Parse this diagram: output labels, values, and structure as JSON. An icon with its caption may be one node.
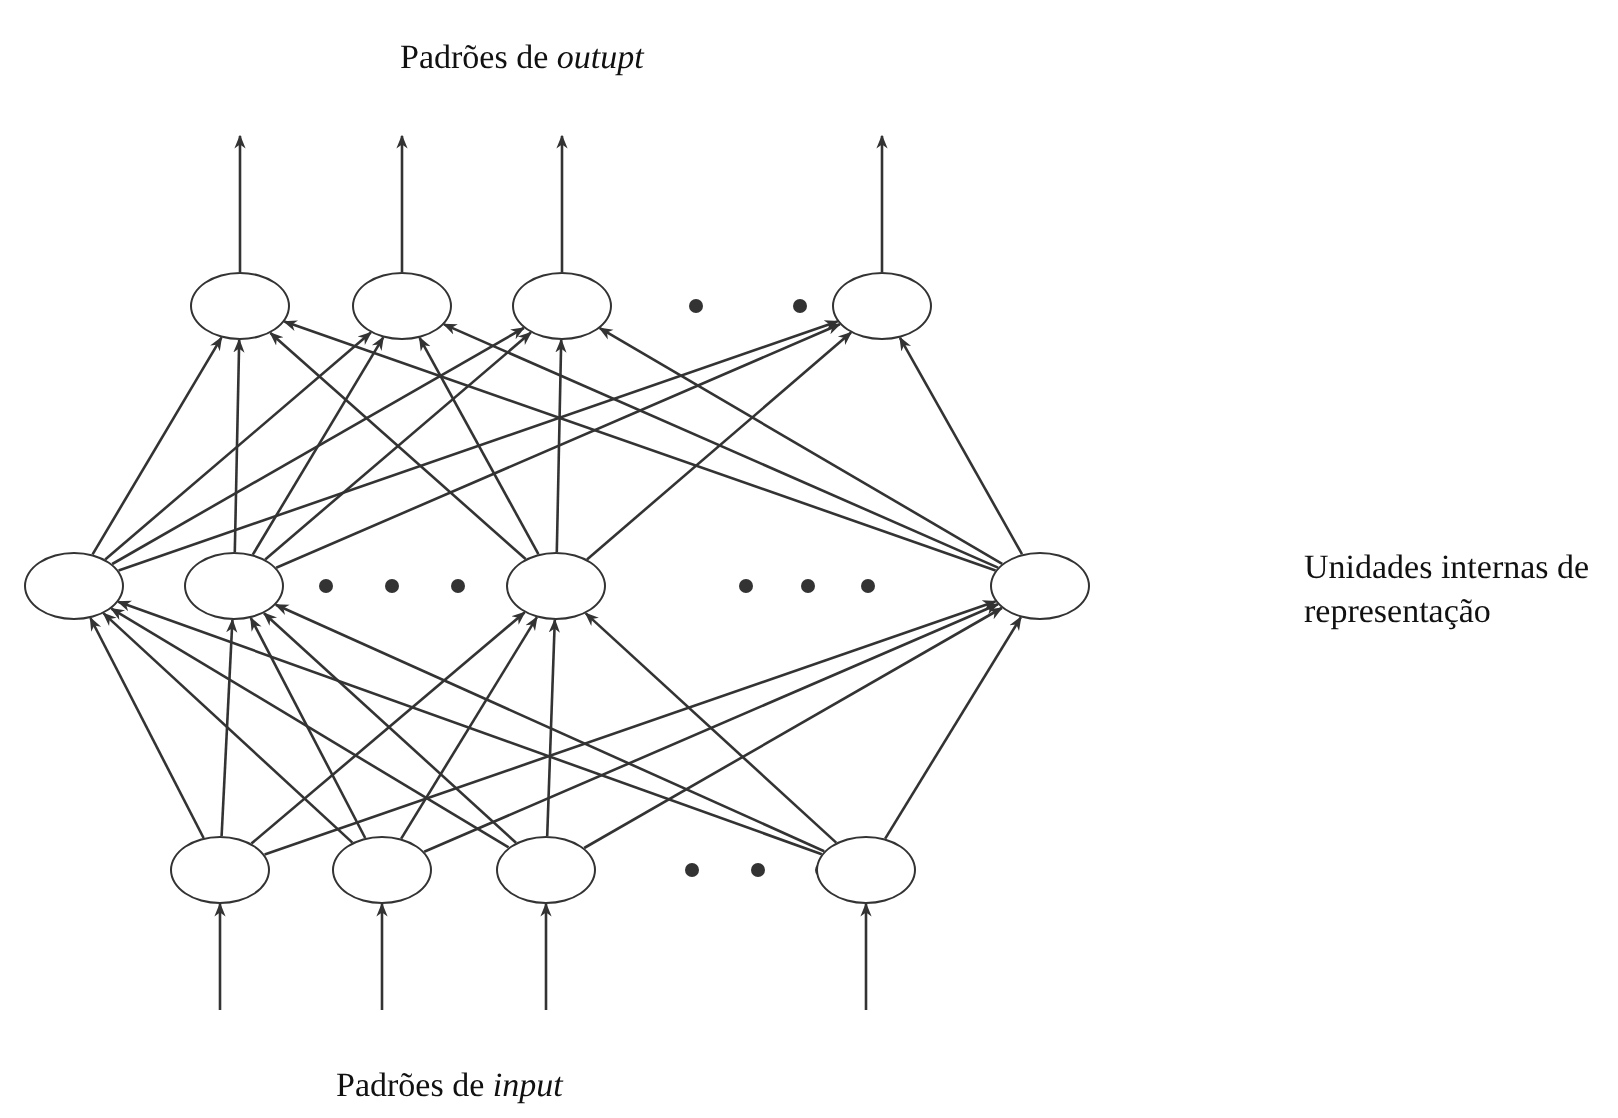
{
  "diagram": {
    "nodes": [
      {
        "text": [],
        "shape": "circle"
      },
      {
        "text": [],
        "shape": "circle"
      },
      {
        "text": [],
        "shape": "circle"
      },
      {
        "text": [],
        "shape": "circle"
      },
      {
        "text": [],
        "shape": "circle"
      },
      {
        "text": [],
        "shape": "circle"
      },
      {
        "text": [],
        "shape": "circle"
      },
      {
        "text": [],
        "shape": "circle"
      },
      {
        "text": [],
        "shape": "circle"
      },
      {
        "text": [],
        "shape": "circle"
      },
      {
        "text": [],
        "shape": "circle"
      },
      {
        "text": [],
        "shape": "circle"
      }
    ],
    "edges": [
      {
        "from": 0,
        "to": null,
        "arrow": "to"
      },
      {
        "from": 1,
        "to": null,
        "arrow": "to"
      },
      {
        "from": 2,
        "to": null,
        "arrow": "to"
      },
      {
        "from": 3,
        "to": null,
        "arrow": "to"
      },
      {
        "from": 4,
        "to": 0,
        "arrow": "to"
      },
      {
        "from": 4,
        "to": 1,
        "arrow": "to"
      },
      {
        "from": 4,
        "to": 2,
        "arrow": "to"
      },
      {
        "from": 4,
        "to": 3,
        "arrow": "to"
      },
      {
        "from": 5,
        "to": 0,
        "arrow": "to"
      },
      {
        "from": 5,
        "to": 1,
        "arrow": "to"
      },
      {
        "from": 5,
        "to": 2,
        "arrow": "to"
      },
      {
        "from": 5,
        "to": 3,
        "arrow": "to"
      },
      {
        "from": 6,
        "to": 0,
        "arrow": "to"
      },
      {
        "from": 6,
        "to": 1,
        "arrow": "to"
      },
      {
        "from": 6,
        "to": 2,
        "arrow": "to"
      },
      {
        "from": 6,
        "to": 3,
        "arrow": "to"
      },
      {
        "from": 7,
        "to": 0,
        "arrow": "to"
      },
      {
        "from": 7,
        "to": 1,
        "arrow": "to"
      },
      {
        "from": 7,
        "to": 2,
        "arrow": "to"
      },
      {
        "from": 7,
        "to": 3,
        "arrow": "to"
      },
      {
        "from": 8,
        "to": 4,
        "arrow": "to"
      },
      {
        "from": 8,
        "to": 5,
        "arrow": "to"
      },
      {
        "from": 8,
        "to": 6,
        "arrow": "to"
      },
      {
        "from": 8,
        "to": 7,
        "arrow": "to"
      },
      {
        "from": 9,
        "to": 4,
        "arrow": "to"
      },
      {
        "from": 9,
        "to": 5,
        "arrow": "to"
      },
      {
        "from": 9,
        "to": 6,
        "arrow": "to"
      },
      {
        "from": 9,
        "to": 7,
        "arrow": "to"
      },
      {
        "from": 10,
        "to": 4,
        "arrow": "to"
      },
      {
        "from": 10,
        "to": 5,
        "arrow": "to"
      },
      {
        "from": 10,
        "to": 6,
        "arrow": "to"
      },
      {
        "from": 10,
        "to": 7,
        "arrow": "to"
      },
      {
        "from": 11,
        "to": 4,
        "arrow": "to"
      },
      {
        "from": 11,
        "to": 5,
        "arrow": "to"
      },
      {
        "from": 11,
        "to": 6,
        "arrow": "to"
      },
      {
        "from": 11,
        "to": 7,
        "arrow": "to"
      },
      {
        "from": null,
        "to": 8,
        "arrow": "to"
      },
      {
        "from": null,
        "to": 9,
        "arrow": "to"
      },
      {
        "from": null,
        "to": 10,
        "arrow": "to"
      },
      {
        "from": null,
        "to": 11,
        "arrow": "to"
      }
    ],
    "labels": [
      "Padrões de *outupt*",
      "Unidades internas de representação",
      "Padrões de *input*"
    ]
  }
}
